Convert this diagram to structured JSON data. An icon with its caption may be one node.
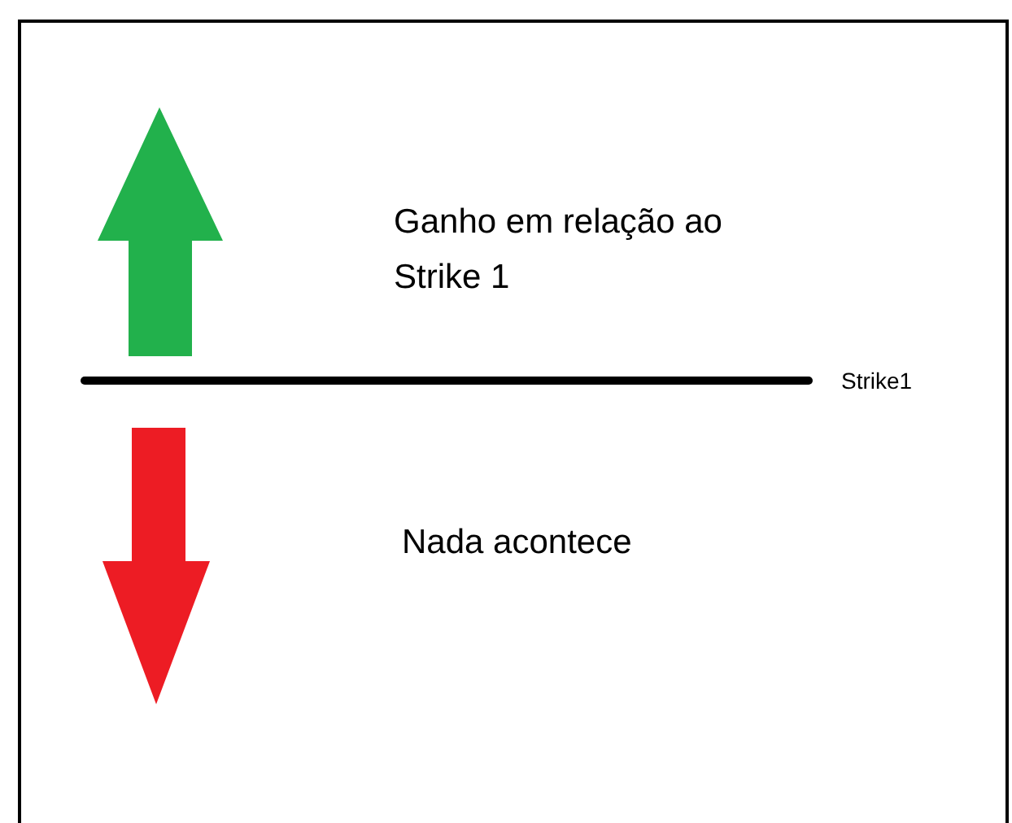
{
  "diagram": {
    "labels": [
      "Ganho em relação ao Strike 1",
      "Strike1",
      "Nada acontece"
    ]
  }
}
